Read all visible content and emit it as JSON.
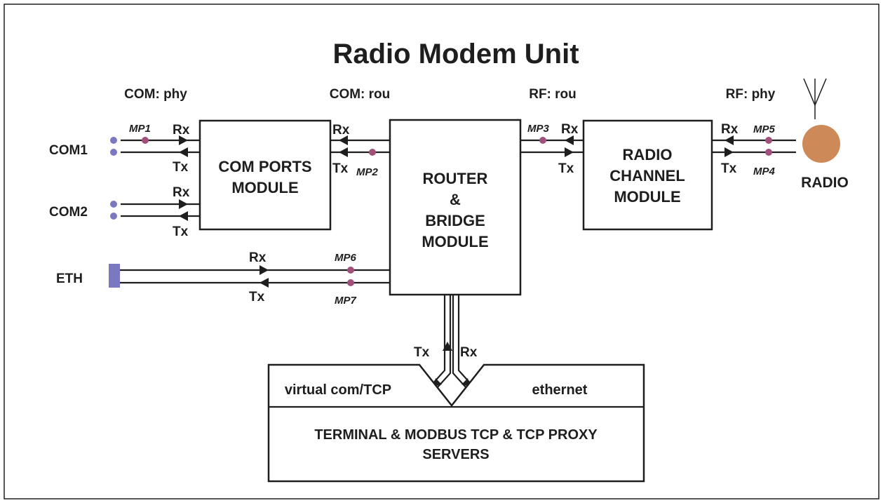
{
  "title": "Radio Modem Unit",
  "layers": {
    "com_phy": "COM: phy",
    "com_rou": "COM: rou",
    "rf_rou": "RF: rou",
    "rf_phy": "RF: phy"
  },
  "ports": {
    "com1": "COM1",
    "com2": "COM2",
    "eth": "ETH",
    "radio": "RADIO"
  },
  "modules": {
    "com_ports": [
      "COM PORTS",
      "MODULE"
    ],
    "router": [
      "ROUTER",
      "&",
      "BRIDGE",
      "MODULE"
    ],
    "radio_channel": [
      "RADIO",
      "CHANNEL",
      "MODULE"
    ],
    "servers": [
      "TERMINAL & MODBUS TCP & TCP PROXY",
      "SERVERS"
    ]
  },
  "server_tabs": {
    "left": "virtual com/TCP",
    "right": "ethernet"
  },
  "signals": {
    "rx": "Rx",
    "tx": "Tx"
  },
  "measure_points": [
    "MP1",
    "MP2",
    "MP3",
    "MP4",
    "MP5",
    "MP6",
    "MP7"
  ],
  "colors": {
    "line": "#1e1e1e",
    "port_dot": "#7a78c0",
    "measure_dot": "#a0507a",
    "radio_circle": "#cd8a58",
    "eth_connector": "#7a78c0"
  }
}
